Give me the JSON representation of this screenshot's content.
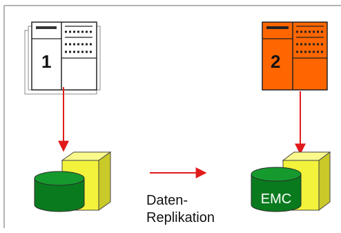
{
  "server_left": {
    "number": "1"
  },
  "server_right": {
    "number": "2"
  },
  "storage_right": {
    "label": "EMC"
  },
  "replication": {
    "line1": "Daten-",
    "line2": "Replikation"
  },
  "colors": {
    "server_left_fill": "#ffffff",
    "server_right_fill": "#ff6600",
    "storage_green": "#0a7a1e",
    "storage_green_dark": "#055a14",
    "storage_yellow": "#f3f33c",
    "arrow_red": "#e11b1b"
  }
}
